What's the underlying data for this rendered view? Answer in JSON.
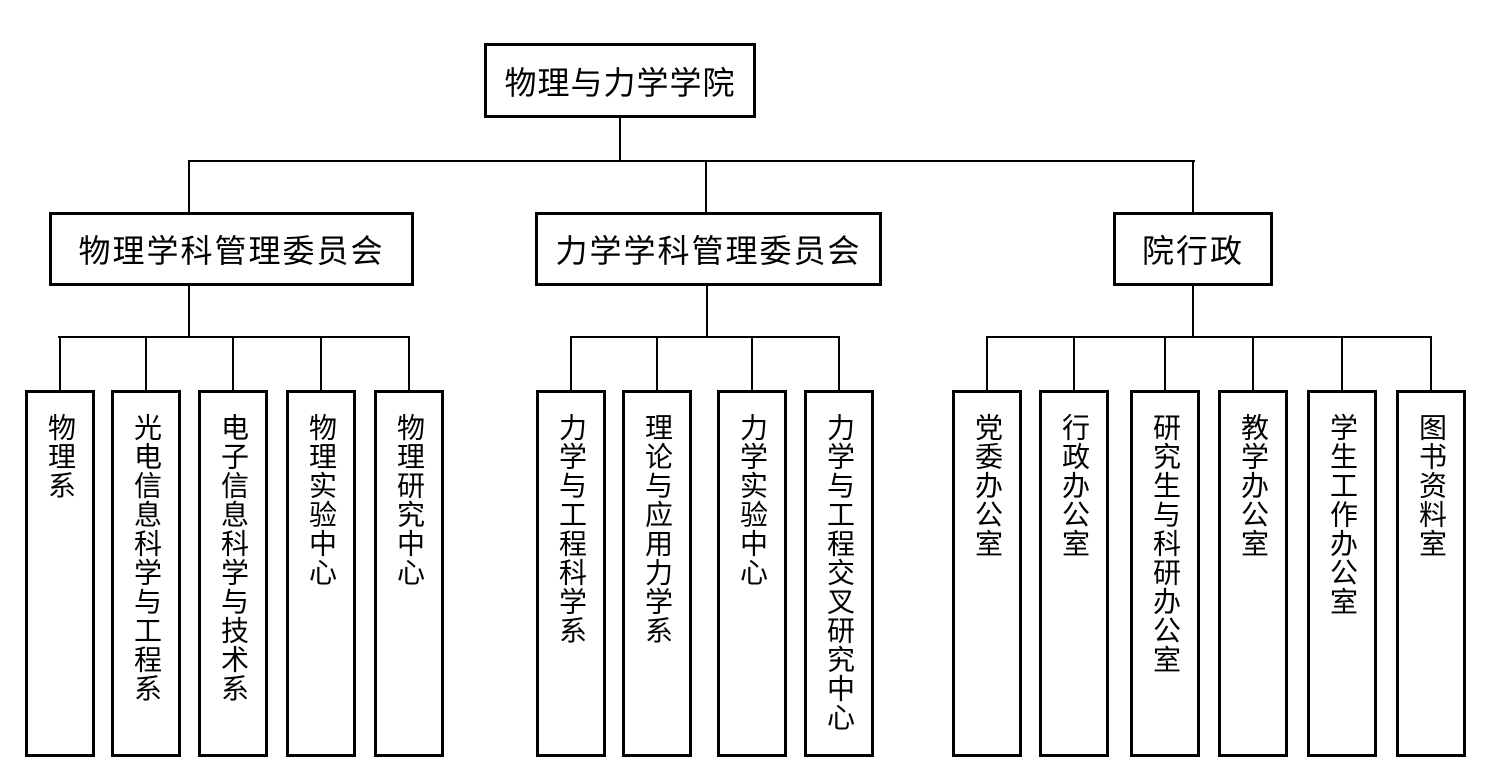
{
  "diagram": {
    "type": "org-chart",
    "colors": {
      "line": "#000000",
      "box_border": "#000000",
      "box_fill": "#ffffff",
      "text": "#000000"
    }
  },
  "chart": {
    "root": {
      "label": "物理与力学学院"
    },
    "branches": [
      {
        "label": "物理学科管理委员会",
        "children": [
          "物理系",
          "光电信息科学与工程系",
          "电子信息科学与技术系",
          "物理实验中心",
          "物理研究中心"
        ]
      },
      {
        "label": "力学学科管理委员会",
        "children": [
          "力学与工程科学系",
          "理论与应用力学系",
          "力学实验中心",
          "力学与工程交叉研究中心"
        ]
      },
      {
        "label": "院行政",
        "children": [
          "党委办公室",
          "行政办公室",
          "研究生与科研办公室",
          "教学办公室",
          "学生工作办公室",
          "图书资料室"
        ]
      }
    ]
  }
}
